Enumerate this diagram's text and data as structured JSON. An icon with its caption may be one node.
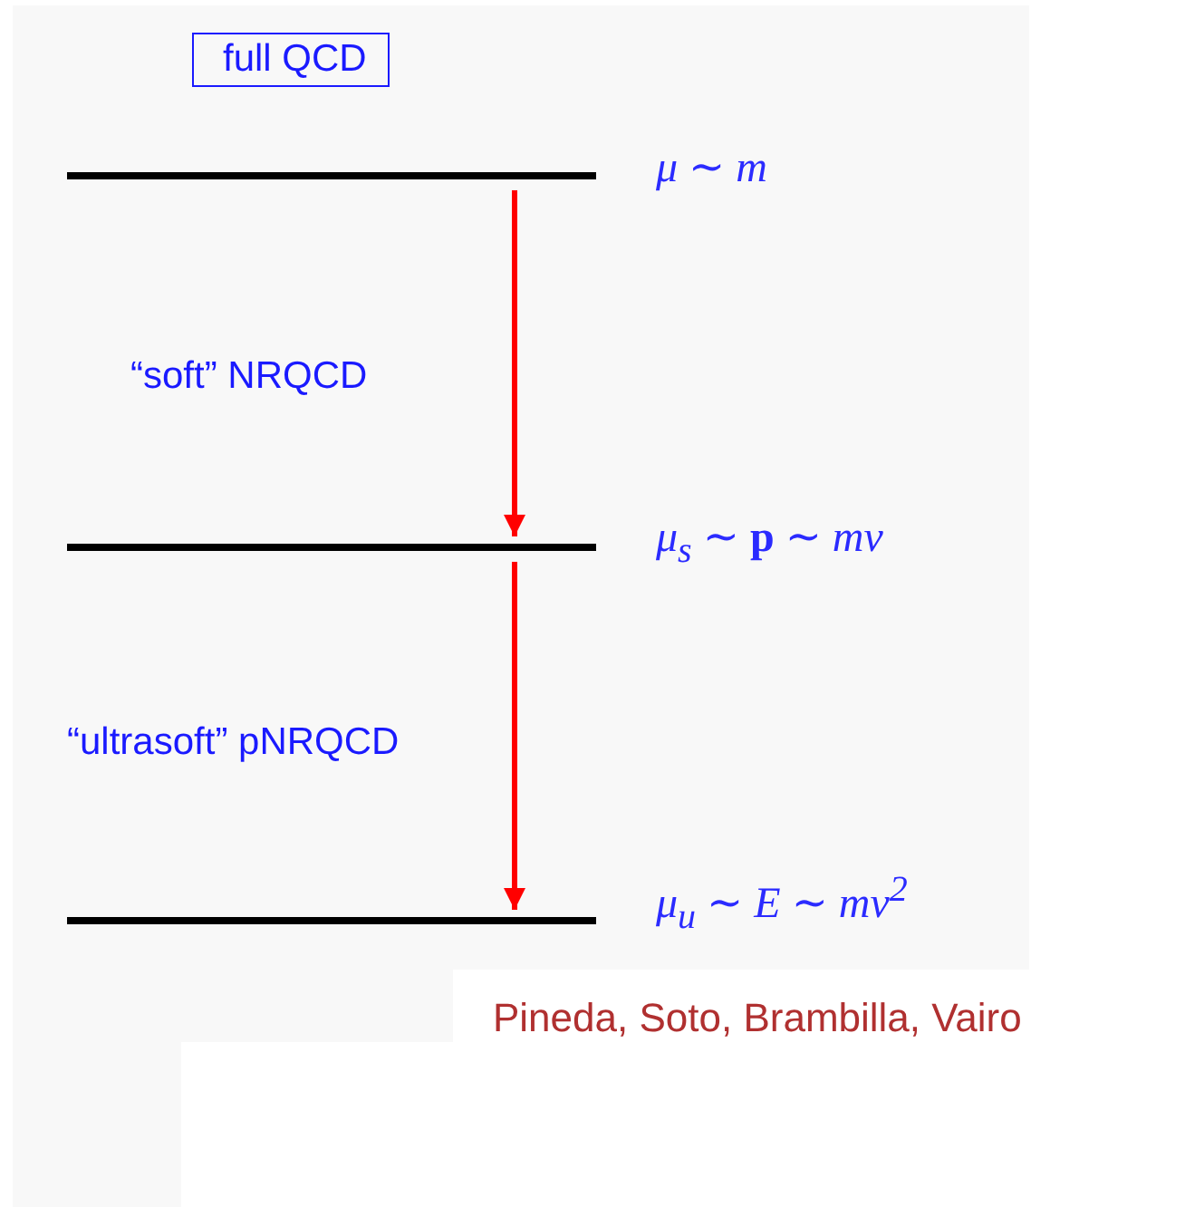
{
  "diagram": {
    "nodes": [
      {
        "text": [
          "full QCD"
        ]
      },
      {
        "text": [],
        "shape": "bar",
        "beside": [
          "μ ∼ m"
        ]
      },
      {
        "text": [],
        "shape": "bar",
        "beside": [
          "μ$_{s}$ ∼ **p** ∼ mv"
        ]
      },
      {
        "text": [],
        "shape": "bar",
        "beside": [
          "μ$_{u}$ ∼ E ∼ mv$^{2}$"
        ]
      }
    ],
    "edges": [
      {
        "from": 1,
        "to": 2,
        "arrow": "to",
        "color": "#ff0000"
      },
      {
        "from": 2,
        "to": 3,
        "arrow": "to",
        "color": "#ff0000"
      }
    ],
    "labels": [
      "“soft” NRQCD",
      "“ultrasoft” pNRQCD",
      "Pineda, Soto, Brambilla, Vairo"
    ]
  }
}
